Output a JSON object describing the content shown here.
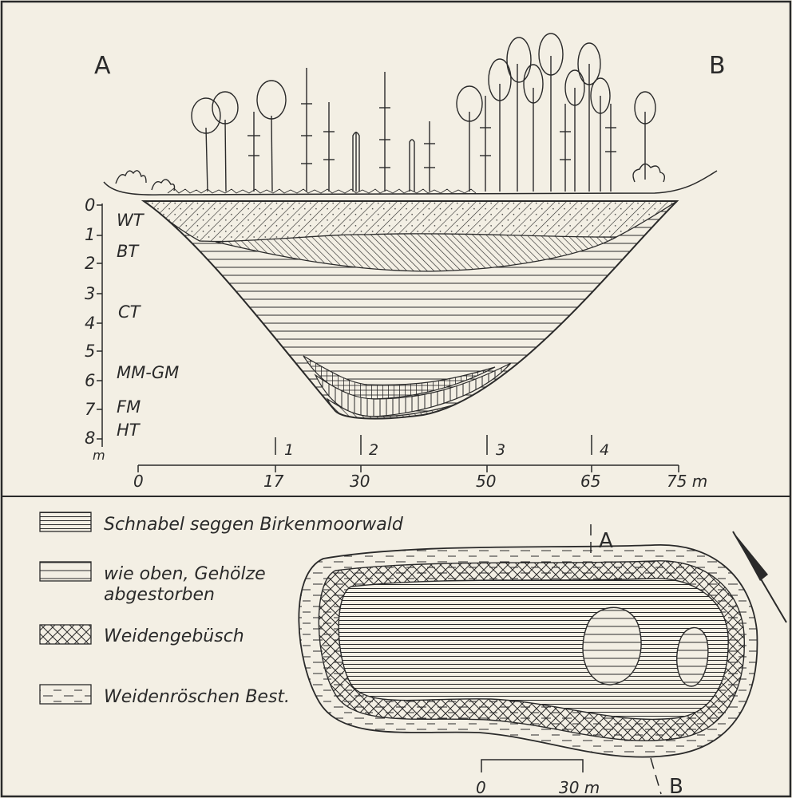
{
  "profile": {
    "label_left": "A",
    "label_right": "B",
    "depth_ticks": [
      "0",
      "1",
      "2",
      "3",
      "4",
      "5",
      "6",
      "7",
      "8"
    ],
    "depth_unit": "m",
    "layers": [
      "WT",
      "BT",
      "CT",
      "MM-GM",
      "FM",
      "HT"
    ],
    "boreholes": [
      "1",
      "2",
      "3",
      "4"
    ],
    "distance_ticks": [
      "0",
      "17",
      "30",
      "50",
      "65",
      "75 m"
    ]
  },
  "legend": [
    {
      "label": "Schnabel seggen Birkenmoorwald",
      "pattern": "dense-horizontal"
    },
    {
      "label": "wie oben, Gehölze",
      "label2": "abgestorben",
      "pattern": "sparse-horizontal"
    },
    {
      "label": "Weidengebüsch",
      "pattern": "crosshatch"
    },
    {
      "label": "Weidenröschen Best.",
      "pattern": "dashes"
    }
  ],
  "map": {
    "section_start": "A",
    "section_end": "B",
    "scale_start": "0",
    "scale_end": "30 m"
  },
  "colors": {
    "ink": "#2a2a2a",
    "paper": "#f3efe4"
  }
}
